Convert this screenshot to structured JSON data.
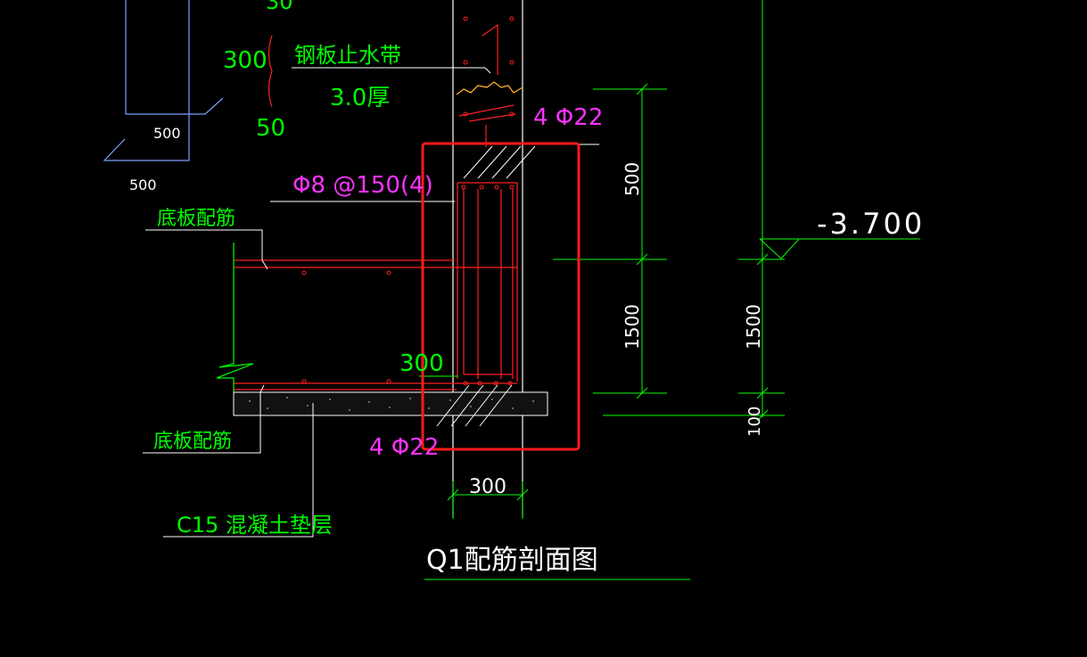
{
  "colors": {
    "background": "#000000",
    "wall_line": "#ffffff",
    "dim_green": "#00ff00",
    "rebar_red": "#ff2020",
    "label_magenta": "#ff33ff",
    "highlight_red": "#ff1a1a",
    "stop_plate_yellow": "#ffb020"
  },
  "labels": {
    "dim_30": "30",
    "dim_300_top": "300",
    "dim_50": "50",
    "steel_stop": "钢板止水带",
    "thickness": "3.0厚",
    "top_rebar": "4 Φ22",
    "stirrup": "Φ8 @150(4)",
    "bottom_plate_top": "底板配筋",
    "bottom_plate_bottom": "底板配筋",
    "concrete_layer": "C15 混凝土垫层",
    "bottom_rebar": "4 Φ22",
    "dim_300_inner": "300",
    "dim_300_bottom": "300",
    "dim_500_small_a": "500",
    "dim_500_small_b": "500",
    "dim_500_v": "500",
    "dim_1500_a": "1500",
    "dim_1500_b": "1500",
    "dim_100": "100",
    "elevation": "-3.700",
    "title": "Q1配筋剖面图"
  }
}
